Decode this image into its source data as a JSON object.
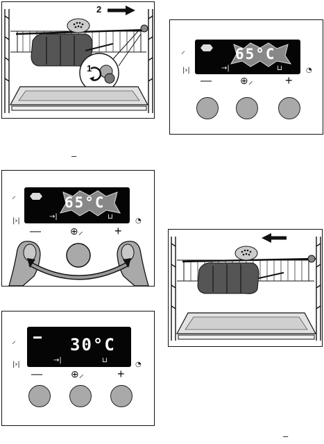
{
  "oven_top": {
    "step1": "1",
    "step2": "2"
  },
  "panel_a": {
    "temperature": "65°C"
  },
  "panel_b": {
    "temperature": "65°C"
  },
  "panel_c": {
    "temperature": "30°C"
  },
  "controls": {
    "minus": "—",
    "plus": "+"
  },
  "page_marks": {
    "dash_left": "–",
    "dash_bottom": "–"
  }
}
